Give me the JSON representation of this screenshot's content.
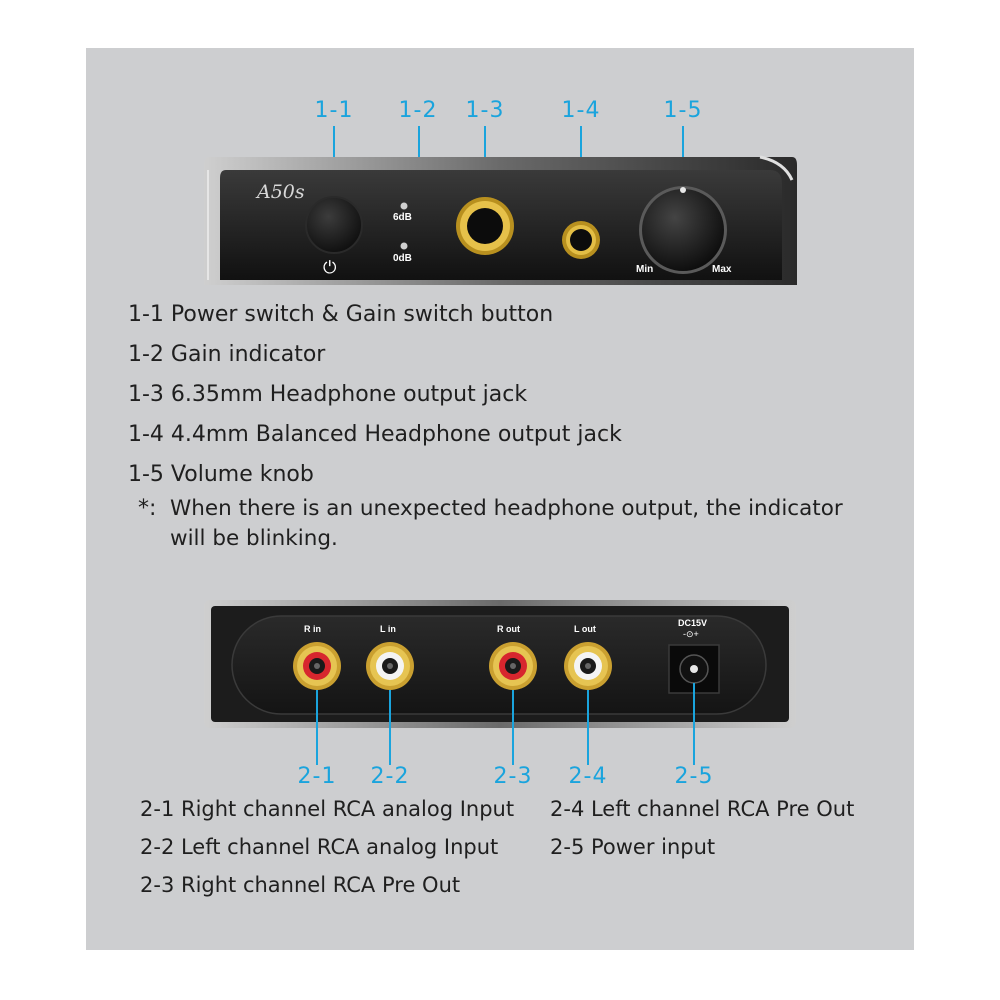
{
  "front": {
    "brand": "A50s",
    "gain_high": "6dB",
    "gain_low": "0dB",
    "power_symbol": "⏻",
    "knob_min": "Min",
    "knob_max": "Max",
    "callouts": [
      "1-1",
      "1-2",
      "1-3",
      "1-4",
      "1-5"
    ]
  },
  "front_descriptions": [
    "1-1  Power switch & Gain switch button",
    "1-2  Gain indicator",
    "1-3  6.35mm Headphone output jack",
    "1-4  4.4mm Balanced Headphone output jack",
    "1-5  Volume knob"
  ],
  "note": {
    "marker": "*:",
    "line1": "When there is an unexpected headphone output, the indicator",
    "line2": "will be blinking."
  },
  "rear": {
    "r_in": "R in",
    "l_in": "L in",
    "r_out": "R out",
    "l_out": "L out",
    "dc": "DC15V",
    "dc_polarity": "-⊙+",
    "callouts": [
      "2-1",
      "2-2",
      "2-3",
      "2-4",
      "2-5"
    ]
  },
  "rear_descriptions": {
    "left": [
      "2-1 Right channel RCA analog Input",
      "2-2 Left channel RCA analog Input",
      "2-3 Right channel RCA Pre Out"
    ],
    "right": [
      "2-4 Left channel RCA Pre Out",
      "2-5 Power input"
    ]
  },
  "colors": {
    "callout": "#1aa4dd",
    "background": "#cdced0",
    "device": "#1d1d1d",
    "gold": "#d9b23a",
    "red": "#d7262e"
  }
}
